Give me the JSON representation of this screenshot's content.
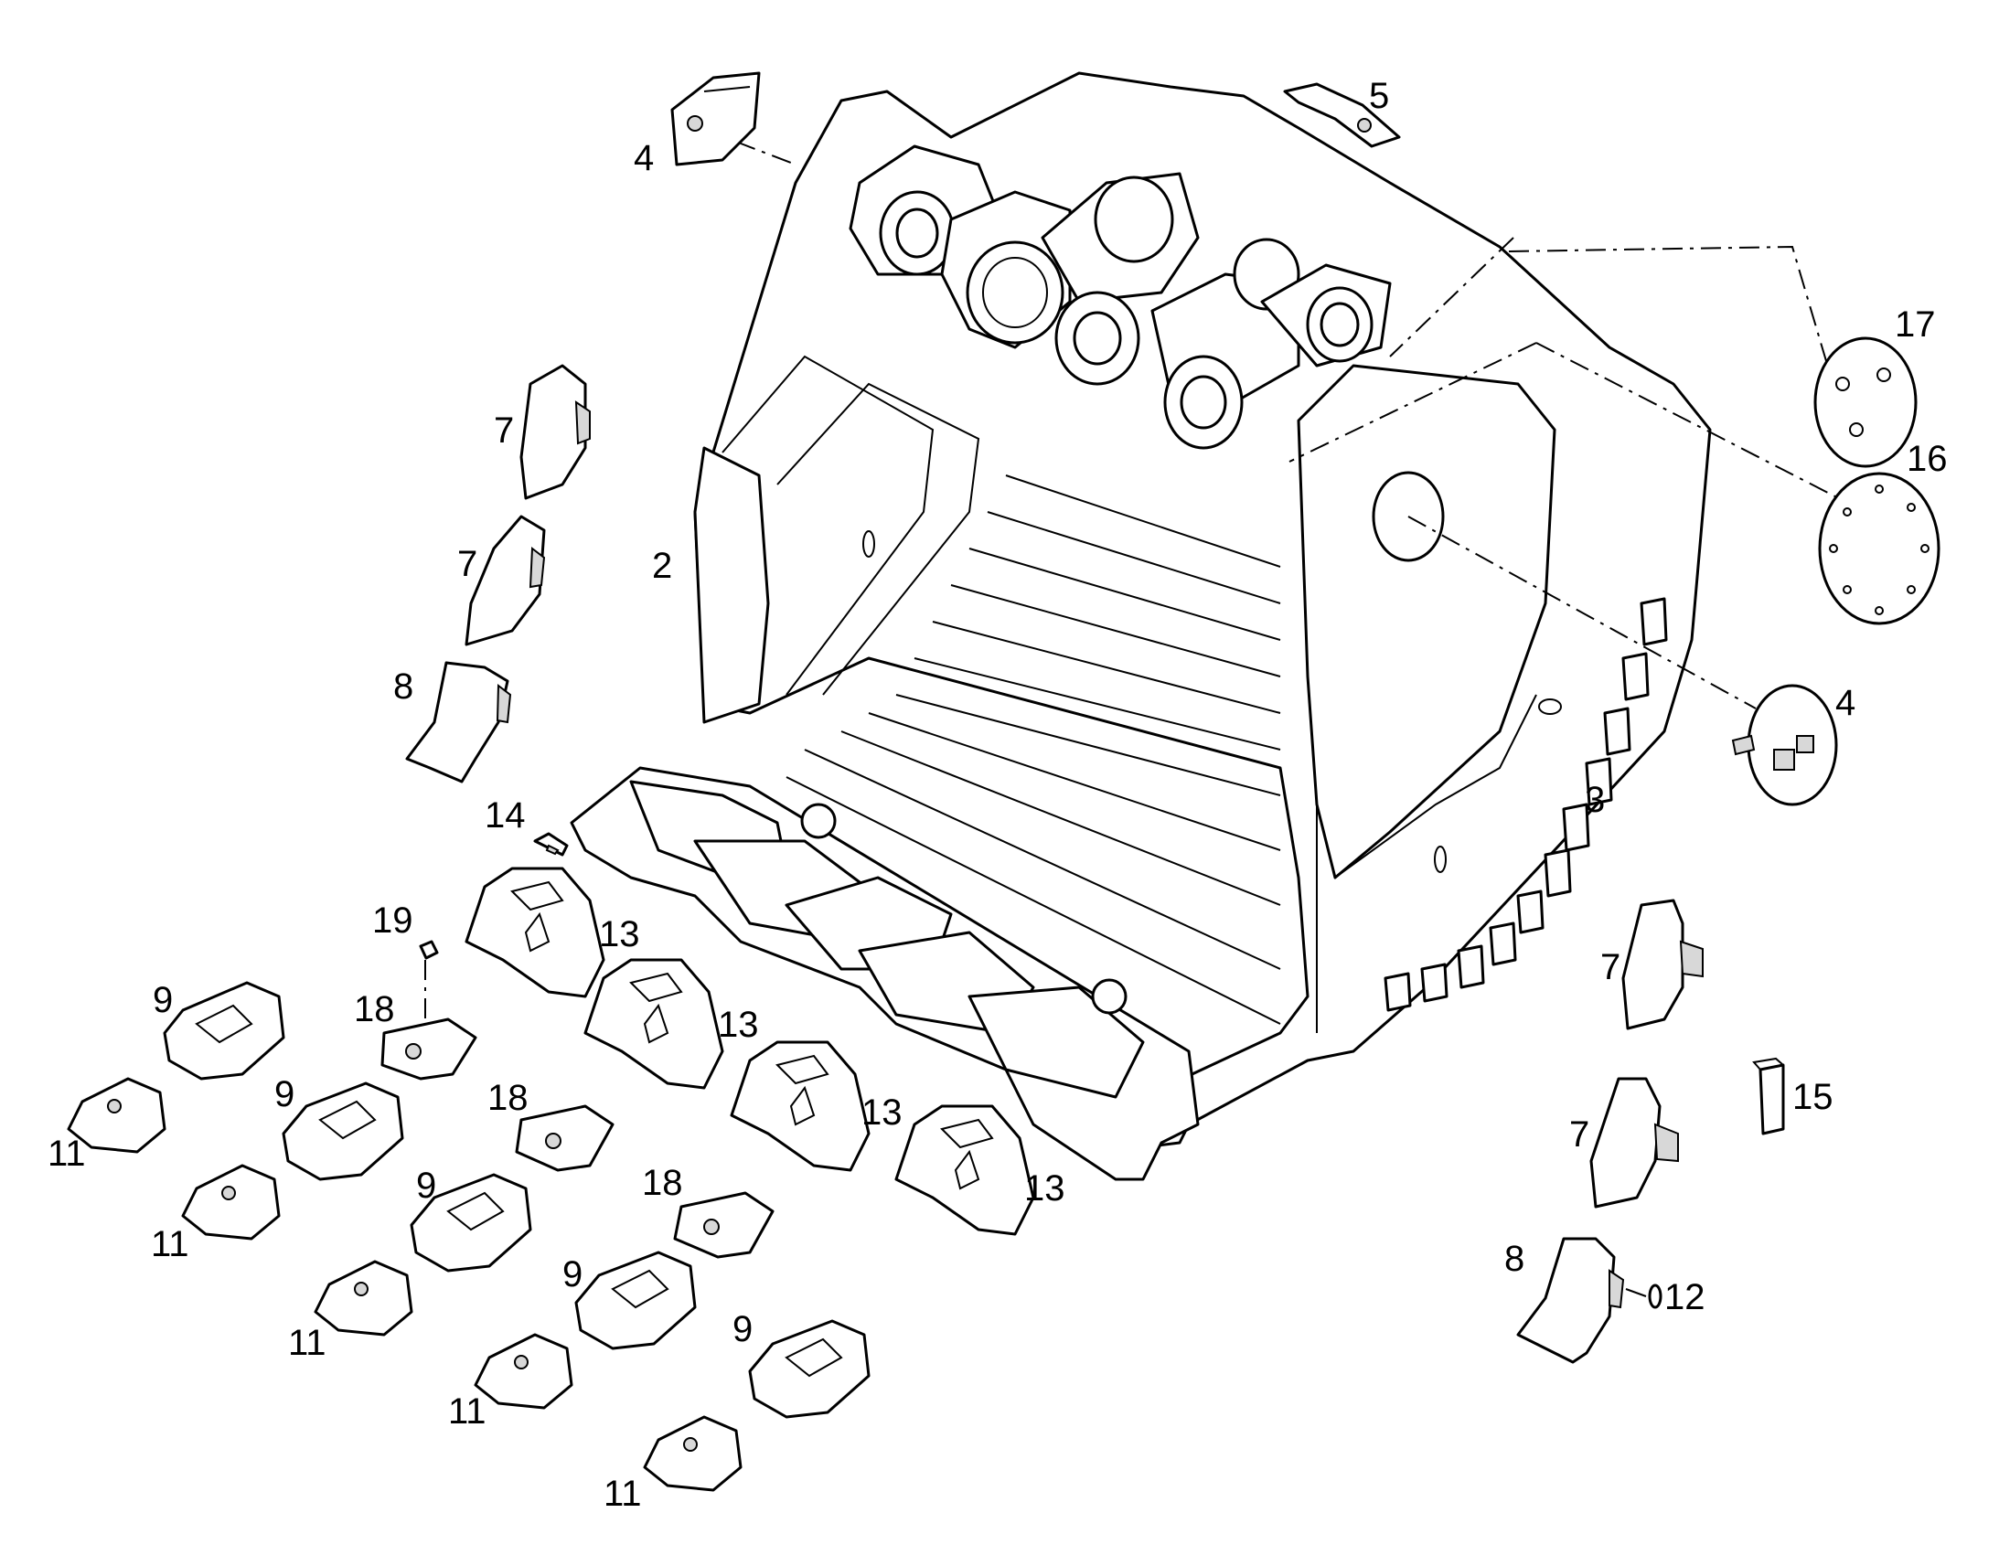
{
  "callouts": {
    "c2": "2",
    "c3": "3",
    "c4a": "4",
    "c4b": "4",
    "c5": "5",
    "c7a": "7",
    "c7b": "7",
    "c7c": "7",
    "c7d": "7",
    "c8a": "8",
    "c8b": "8",
    "c9a": "9",
    "c9b": "9",
    "c9c": "9",
    "c9d": "9",
    "c9e": "9",
    "c11a": "11",
    "c11b": "11",
    "c11c": "11",
    "c11d": "11",
    "c11e": "11",
    "c12": "12",
    "c13a": "13",
    "c13b": "13",
    "c13c": "13",
    "c13d": "13",
    "c14": "14",
    "c15": "15",
    "c16": "16",
    "c17": "17",
    "c18a": "18",
    "c18b": "18",
    "c18c": "18",
    "c19": "19"
  },
  "colors": {
    "line": "#000000",
    "background": "#ffffff",
    "shade": "#d8d8d8"
  }
}
